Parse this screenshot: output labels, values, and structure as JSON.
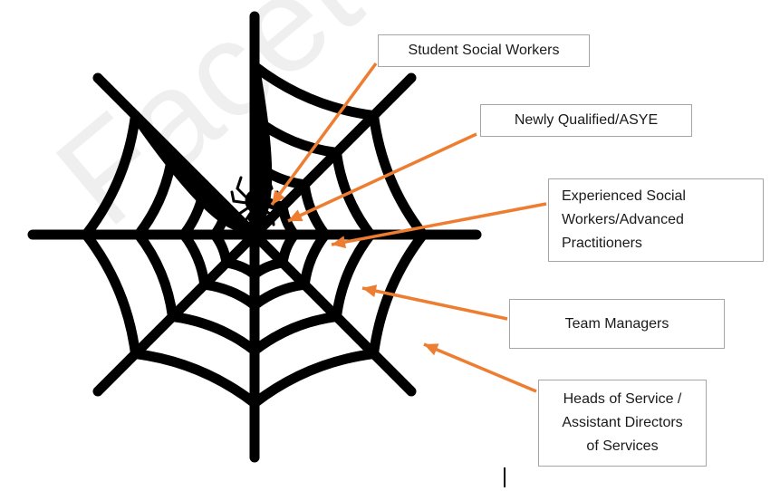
{
  "diagram": {
    "watermark_text": "FacetSo",
    "colors": {
      "web": "#000000",
      "arrow": "#ed7d31",
      "box_border": "#a6a6a6"
    },
    "labels": [
      {
        "id": "student",
        "text": "Student Social Workers"
      },
      {
        "id": "nq",
        "text": "Newly Qualified/ASYE"
      },
      {
        "id": "experienced",
        "text": "Experienced Social\nWorkers/Advanced\nPractitioners"
      },
      {
        "id": "team",
        "text": "Team Managers"
      },
      {
        "id": "heads",
        "text": "Heads of Service /\nAssistant Directors\nof Services"
      }
    ]
  }
}
